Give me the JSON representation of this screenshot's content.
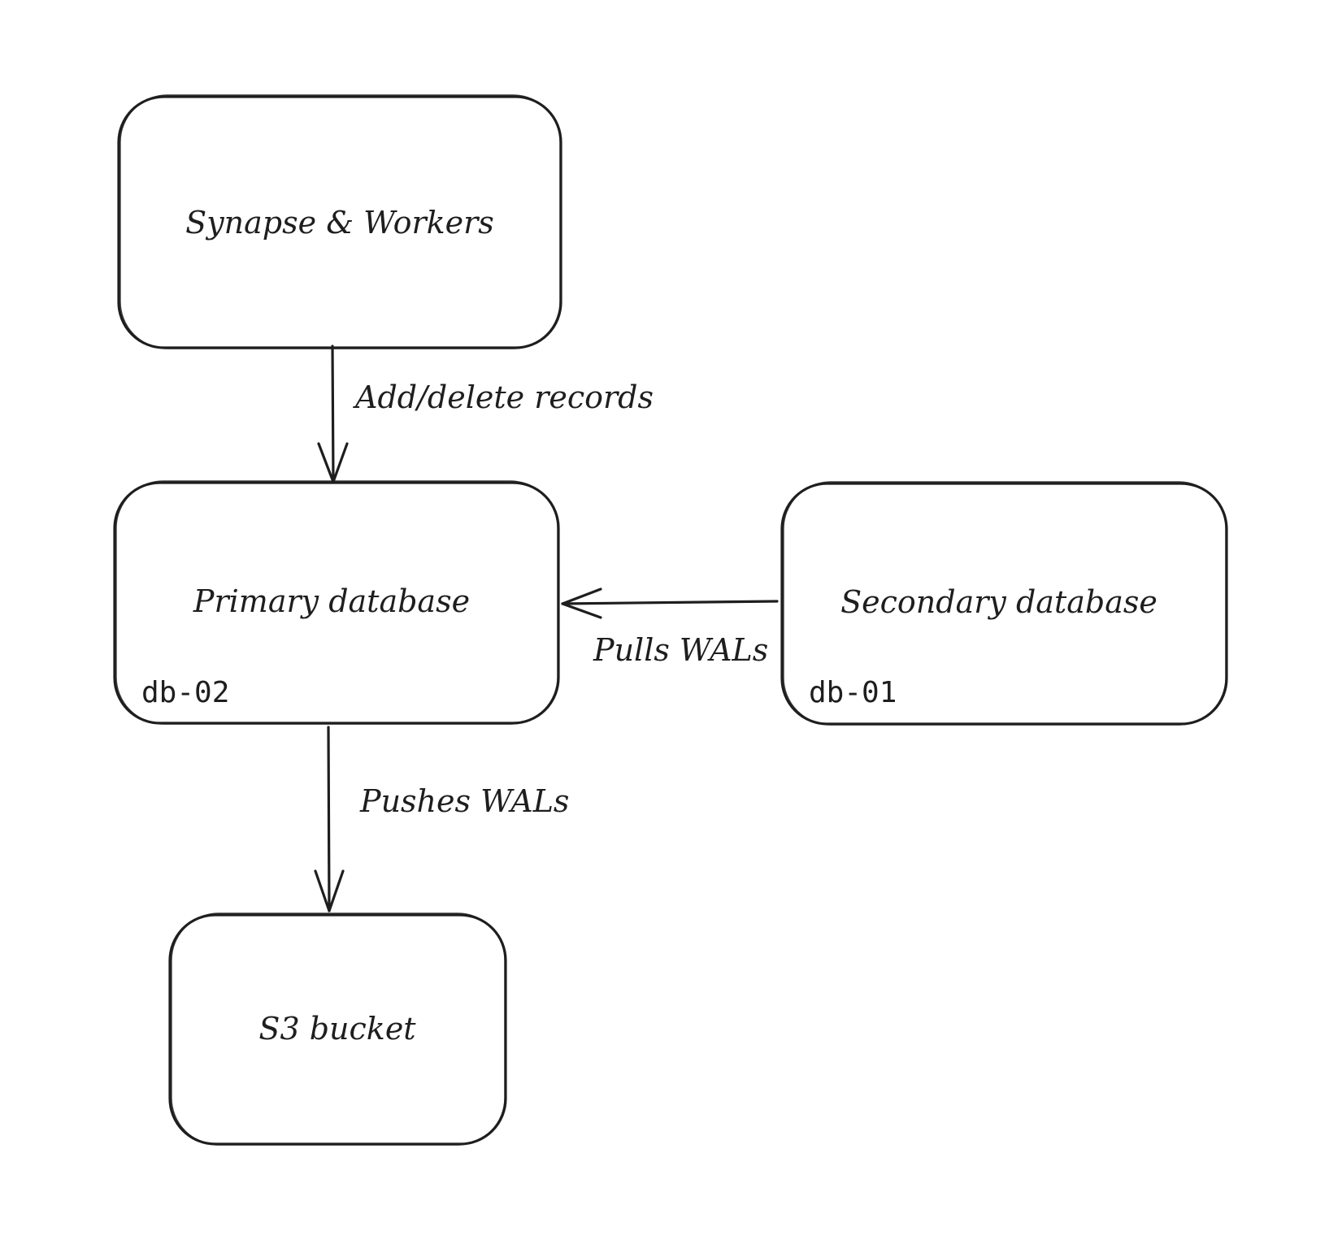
{
  "nodes": {
    "synapse": {
      "label": "Synapse & Workers"
    },
    "primary": {
      "label": "Primary database",
      "host": "db-02"
    },
    "secondary": {
      "label": "Secondary database",
      "host": "db-01"
    },
    "s3": {
      "label": "S3 bucket"
    }
  },
  "edges": {
    "synapse_to_primary": {
      "from": "synapse",
      "to": "primary",
      "label": "Add/delete records"
    },
    "secondary_to_primary": {
      "from": "secondary",
      "to": "primary",
      "label": "Pulls WALs"
    },
    "primary_to_s3": {
      "from": "primary",
      "to": "s3",
      "label": "Pushes WALs"
    }
  },
  "colors": {
    "stroke": "#1e1e1e",
    "background": "#ffffff"
  }
}
